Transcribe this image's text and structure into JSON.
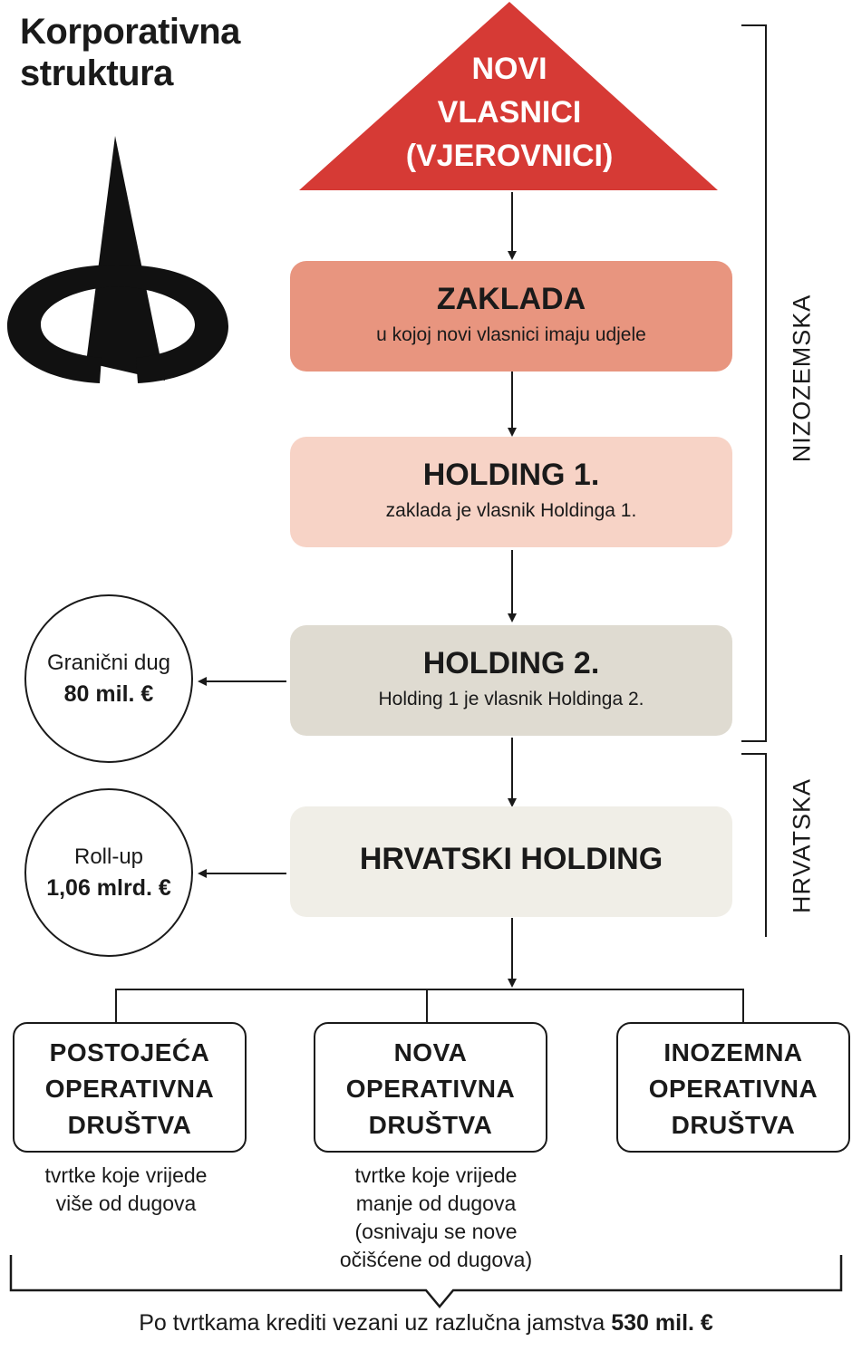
{
  "title": {
    "line1": "Korporativna",
    "line2": "struktura"
  },
  "logo": {
    "name": "A-logo"
  },
  "triangle": {
    "line1": "NOVI",
    "line2": "VLASNICI",
    "line3": "(VJEROVNICI)",
    "color": "#d63a35"
  },
  "boxes": [
    {
      "title": "ZAKLADA",
      "subtitle": "u kojoj novi vlasnici imaju udjele",
      "color": "#e8957f"
    },
    {
      "title": "HOLDING 1.",
      "subtitle": "zaklada je vlasnik Holdinga 1.",
      "color": "#f7d3c6"
    },
    {
      "title": "HOLDING 2.",
      "subtitle": "Holding 1 je vlasnik Holdinga 2.",
      "color": "#dfdbd1"
    },
    {
      "title": "HRVATSKI HOLDING",
      "color": "#f0eee7"
    }
  ],
  "circles": [
    {
      "label": "Granični dug",
      "value": "80 mil. €"
    },
    {
      "label": "Roll-up",
      "value": "1,06 mlrd. €"
    }
  ],
  "regions": {
    "top": "NIZOZEMSKA",
    "bottom": "HRVATSKA"
  },
  "operating": [
    {
      "line1": "POSTOJEĆA",
      "line2": "OPERATIVNA",
      "line3": "DRUŠTVA",
      "note1": "tvrtke koje vrijede",
      "note2": "više od dugova"
    },
    {
      "line1": "NOVA",
      "line2": "OPERATIVNA",
      "line3": "DRUŠTVA",
      "note1": "tvrtke koje vrijede",
      "note2": "manje od dugova",
      "note3": "(osnivaju se nove",
      "note4": "očišćene od dugova)"
    },
    {
      "line1": "INOZEMNA",
      "line2": "OPERATIVNA",
      "line3": "DRUŠTVA"
    }
  ],
  "footer": {
    "text": "Po tvrtkama krediti vezani uz razlučna jamstva ",
    "value": "530 mil. €"
  }
}
